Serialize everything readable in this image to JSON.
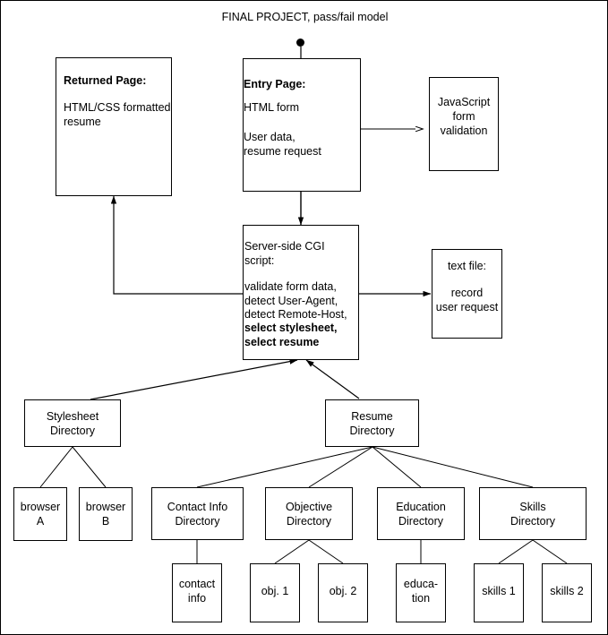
{
  "diagram": {
    "title": "FINAL PROJECT, pass/fail model",
    "nodes": {
      "returned_page": {
        "heading": "Returned Page:",
        "body": "HTML/CSS formatted\nresume"
      },
      "entry_page": {
        "heading": "Entry Page:",
        "body1": "HTML form",
        "body2": "User data,\nresume request"
      },
      "javascript_validation": {
        "label": "JavaScript\nform\nvalidation"
      },
      "cgi_script": {
        "heading": "Server-side CGI\nscript:",
        "body": "validate form data,\ndetect User-Agent,\ndetect Remote-Host,",
        "body_bold": "select stylesheet,\nselect resume"
      },
      "text_file": {
        "heading": "text file:",
        "body": "record\nuser request"
      },
      "stylesheet_directory": {
        "label": "Stylesheet\nDirectory"
      },
      "resume_directory": {
        "label": "Resume\nDirectory"
      },
      "browser_a": {
        "label": "browser\nA"
      },
      "browser_b": {
        "label": "browser\nB"
      },
      "contact_info_directory": {
        "label": "Contact Info\nDirectory"
      },
      "objective_directory": {
        "label": "Objective\nDirectory"
      },
      "education_directory": {
        "label": "Education\nDirectory"
      },
      "skills_directory": {
        "label": "Skills\nDirectory"
      },
      "contact_info": {
        "label": "contact\ninfo"
      },
      "obj_1": {
        "label": "obj. 1"
      },
      "obj_2": {
        "label": "obj. 2"
      },
      "education": {
        "label": "educa-\ntion"
      },
      "skills_1": {
        "label": "skills 1"
      },
      "skills_2": {
        "label": "skills 2"
      }
    },
    "colors": {
      "stroke": "#000000",
      "background": "#ffffff",
      "text": "#000000"
    }
  }
}
